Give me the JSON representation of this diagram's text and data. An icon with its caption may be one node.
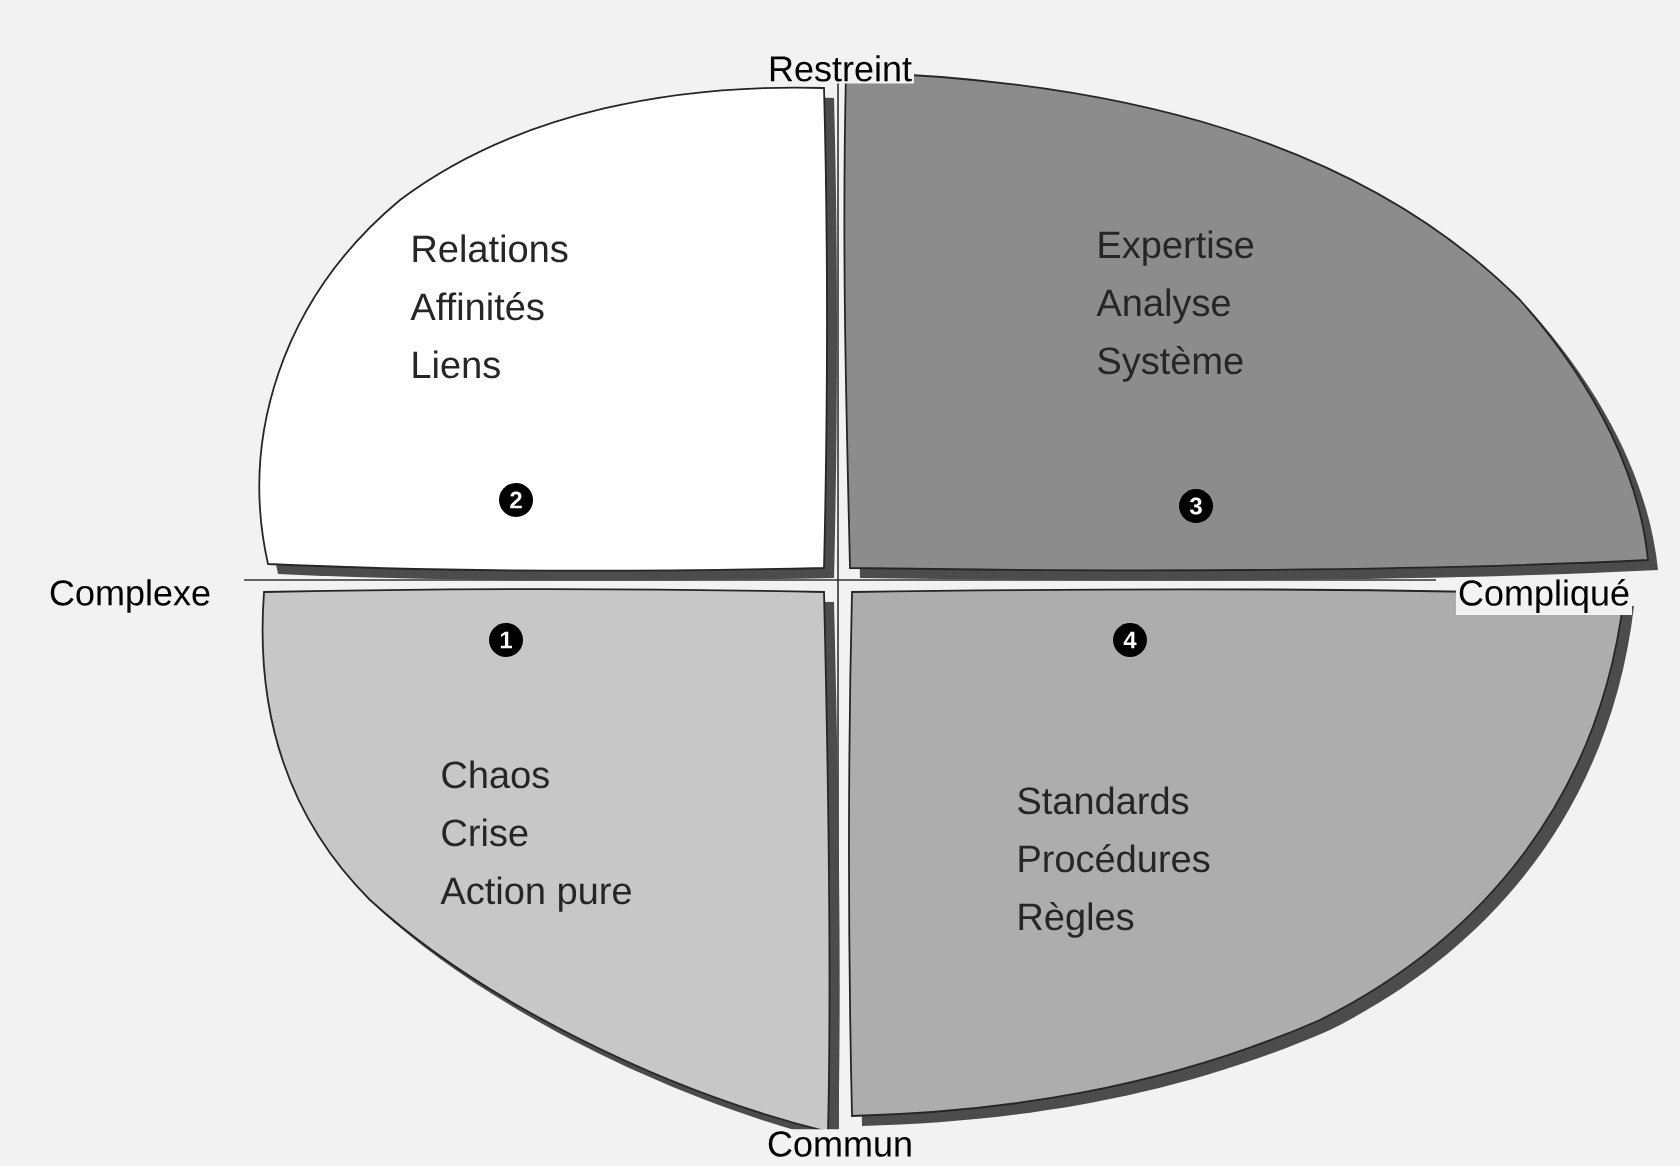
{
  "diagram": {
    "nodes": [
      {
        "text": [
          "Relations",
          "Affinités",
          "Liens",
          "2"
        ]
      },
      {
        "text": [
          "Expertise",
          "Analyse",
          "Système",
          "3"
        ]
      },
      {
        "text": [
          "1",
          "Chaos",
          "Crise",
          "Action pure"
        ]
      },
      {
        "text": [
          "4",
          "Standards",
          "Procédures",
          "Règles"
        ]
      }
    ],
    "labels": [
      "Restreint",
      "Complexe",
      "Compliqué",
      "Commun"
    ]
  }
}
